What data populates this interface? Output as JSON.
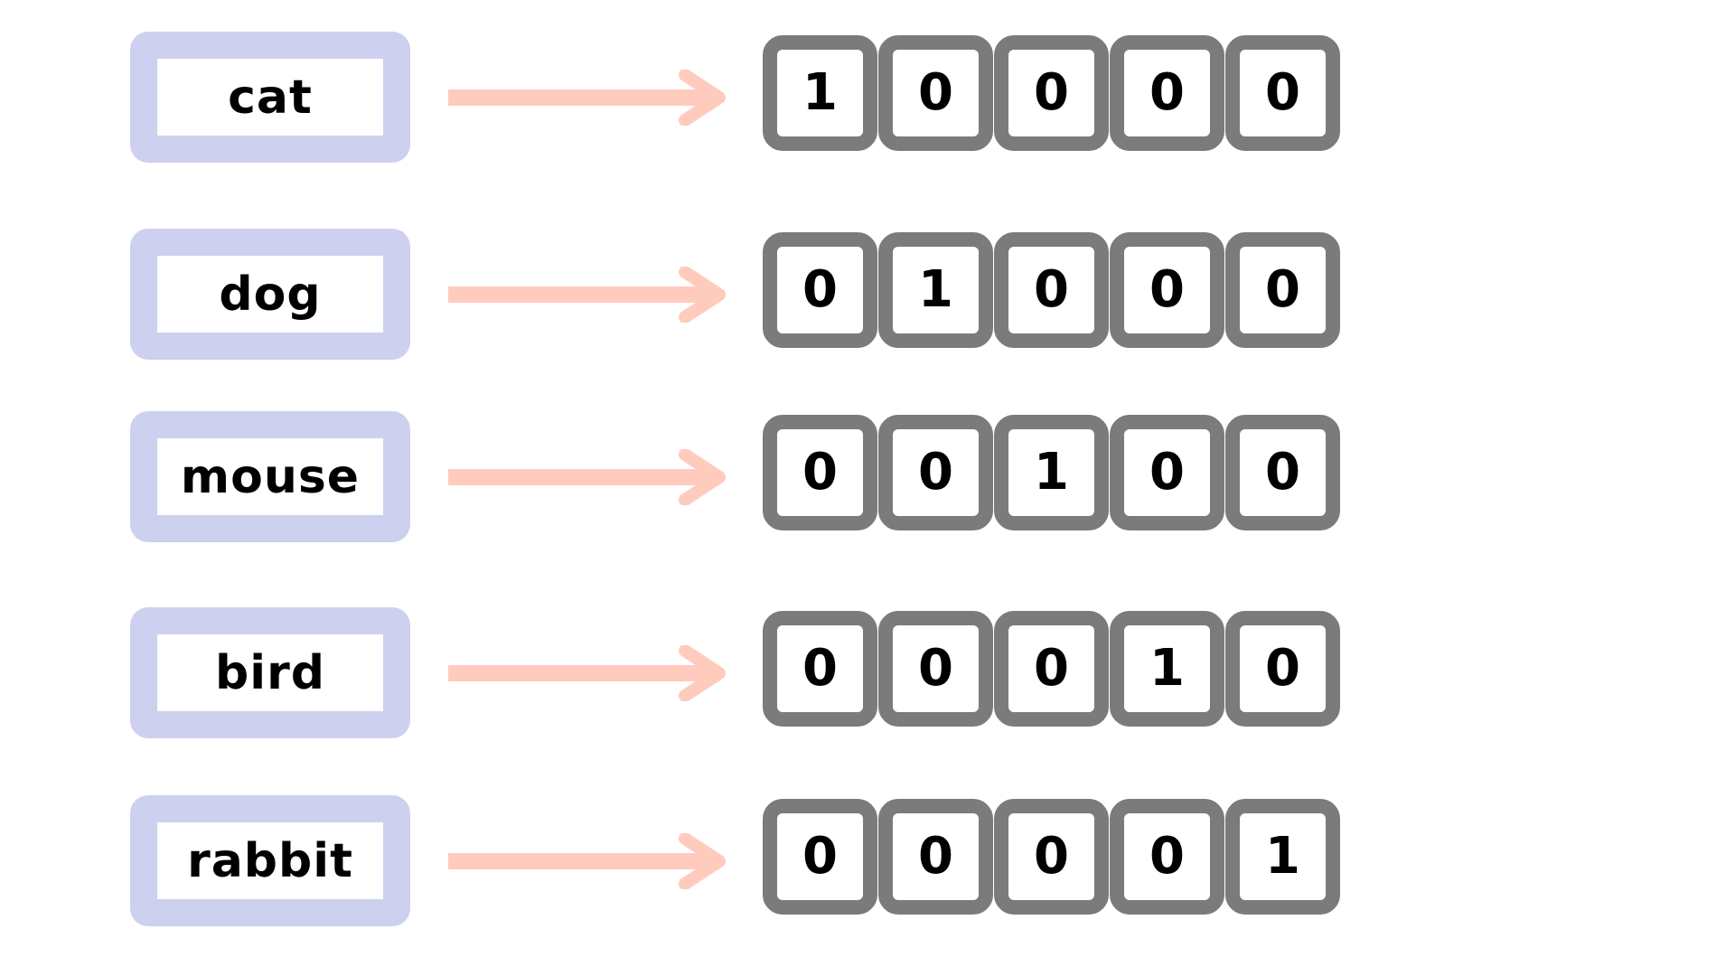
{
  "colors": {
    "word_box_border": "#cdd0ee",
    "arrow": "#ffcbbd",
    "cell_border": "#7b7b7b",
    "text": "#000000"
  },
  "rows": [
    {
      "word": "cat",
      "vector": [
        "1",
        "0",
        "0",
        "0",
        "0"
      ]
    },
    {
      "word": "dog",
      "vector": [
        "0",
        "1",
        "0",
        "0",
        "0"
      ]
    },
    {
      "word": "mouse",
      "vector": [
        "0",
        "0",
        "1",
        "0",
        "0"
      ]
    },
    {
      "word": "bird",
      "vector": [
        "0",
        "0",
        "0",
        "1",
        "0"
      ]
    },
    {
      "word": "rabbit",
      "vector": [
        "0",
        "0",
        "0",
        "0",
        "1"
      ]
    }
  ]
}
